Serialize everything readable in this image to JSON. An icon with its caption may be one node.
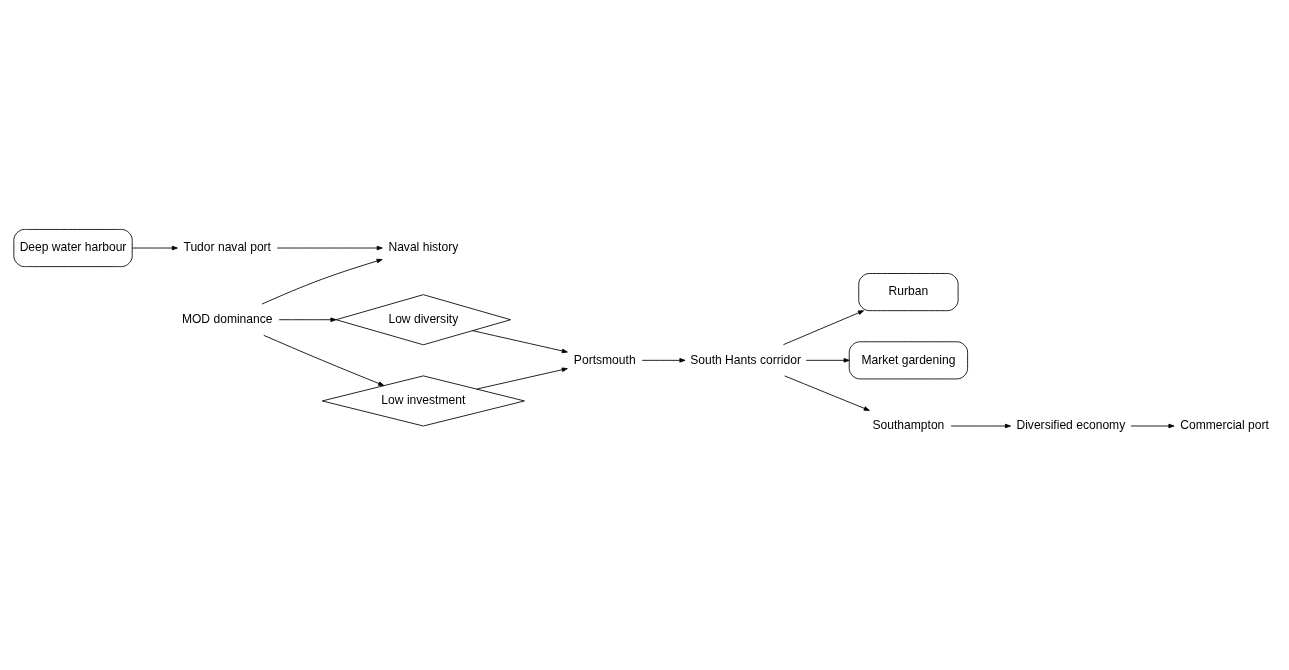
{
  "diagram": {
    "nodes": [
      {
        "text": [
          "Naval history"
        ]
      },
      {
        "text": [
          "MOD dominance"
        ]
      },
      {
        "text": [
          "Low diversity"
        ]
      },
      {
        "text": [
          "Portsmouth"
        ]
      },
      {
        "text": [
          "Low investment"
        ]
      },
      {
        "text": [
          "Tudor naval port"
        ]
      },
      {
        "text": [
          "Rurban"
        ]
      },
      {
        "text": [
          "South Hants corridor"
        ]
      },
      {
        "text": [
          "Deep water harbour"
        ]
      },
      {
        "text": [
          "Market gardening"
        ]
      },
      {
        "text": [
          "Commercial port"
        ]
      },
      {
        "text": [
          "Diversified economy"
        ]
      },
      {
        "text": [
          "Southampton"
        ]
      }
    ],
    "edges": [
      {
        "from": 1,
        "to": 0,
        "arrow": "to"
      },
      {
        "from": 1,
        "to": 2,
        "arrow": "to"
      },
      {
        "from": 2,
        "to": 3,
        "arrow": "to"
      },
      {
        "from": 1,
        "to": 4,
        "arrow": "to"
      },
      {
        "from": 4,
        "to": 3,
        "arrow": "to"
      },
      {
        "from": 3,
        "to": 7,
        "arrow": "to"
      },
      {
        "from": 7,
        "to": 6,
        "arrow": "to"
      },
      {
        "from": 7,
        "to": 9,
        "arrow": "to"
      },
      {
        "from": 7,
        "to": 12,
        "arrow": "to"
      },
      {
        "from": 12,
        "to": 11,
        "arrow": "to"
      },
      {
        "from": 11,
        "to": 10,
        "arrow": "to"
      },
      {
        "from": 8,
        "to": 5,
        "arrow": "to"
      },
      {
        "from": 5,
        "to": 0,
        "arrow": "to"
      }
    ]
  }
}
